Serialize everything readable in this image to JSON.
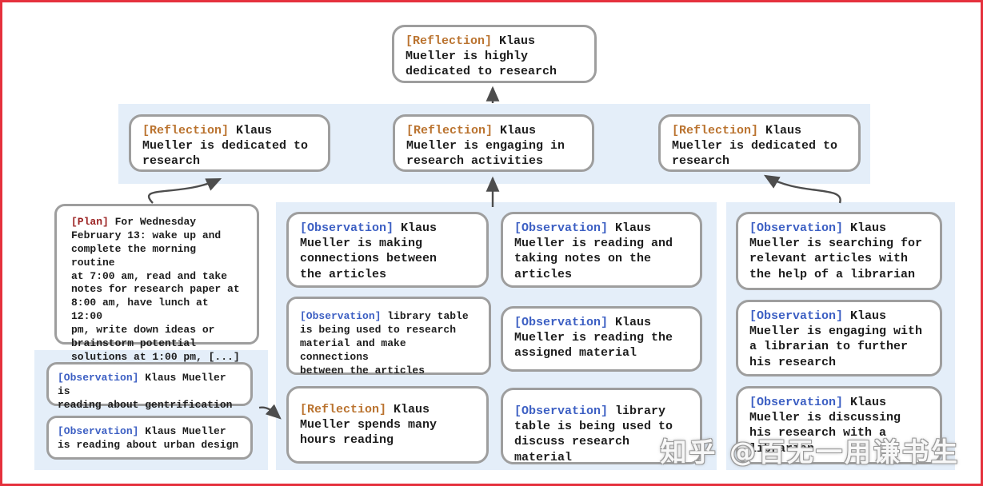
{
  "colors": {
    "frame_red": "#e5313d",
    "band_blue": "#e4eef9",
    "node_border_gray": "#9e9e9e",
    "reflection_label": "#ba732f",
    "plan_label": "#9b2222",
    "observation_label": "#3c5fc3",
    "arrow_gray": "#4d4d4d",
    "text": "#1d1d1d"
  },
  "watermark": "知乎 @百无一用谦书生",
  "nodes": {
    "top": {
      "label": "[Reflection]",
      "text": "Klaus\nMueller is highly\ndedicated to research"
    },
    "row2": [
      {
        "label": "[Reflection]",
        "text": "Klaus\nMueller is dedicated to\nresearch"
      },
      {
        "label": "[Reflection]",
        "text": "Klaus\nMueller is engaging in\nresearch activities"
      },
      {
        "label": "[Reflection]",
        "text": "Klaus\nMueller is dedicated to\nresearch"
      }
    ],
    "plan": {
      "label": "[Plan]",
      "text": "For Wednesday\nFebruary 13: wake up and\ncomplete the morning routine\nat 7:00 am, read and take\nnotes for research paper at\n8:00 am, have lunch at 12:00\npm, write down ideas or\nbrainstorm potential\nsolutions at 1:00 pm, [...]"
    },
    "left_memories": [
      {
        "label": "[Observation]",
        "text": "Klaus Mueller is\nreading about gentrification"
      },
      {
        "label": "[Observation]",
        "text": "Klaus Mueller\nis reading about urban design"
      }
    ],
    "middle_col_a": [
      {
        "label": "[Observation]",
        "text": "Klaus\nMueller is making\nconnections between\nthe articles"
      },
      {
        "label": "[Observation]",
        "text": "library table\nis being used to research\nmaterial and make connections\nbetween the articles"
      },
      {
        "label": "[Reflection]",
        "text": "Klaus\nMueller spends many\nhours reading"
      }
    ],
    "middle_col_b": [
      {
        "label": "[Observation]",
        "text": "Klaus\nMueller is reading and\ntaking notes on the\narticles"
      },
      {
        "label": "[Observation]",
        "text": "Klaus\nMueller is reading the\nassigned material"
      },
      {
        "label": "[Observation]",
        "text": "library\ntable is being used to\ndiscuss research material"
      }
    ],
    "right_col": [
      {
        "label": "[Observation]",
        "text": "Klaus\nMueller is searching for\nrelevant articles with\nthe help of a librarian"
      },
      {
        "label": "[Observation]",
        "text": "Klaus\nMueller is engaging with\na librarian to further\nhis research"
      },
      {
        "label": "[Observation]",
        "text": "Klaus\nMueller is discussing\nhis research with a\nlibrarian"
      }
    ]
  }
}
